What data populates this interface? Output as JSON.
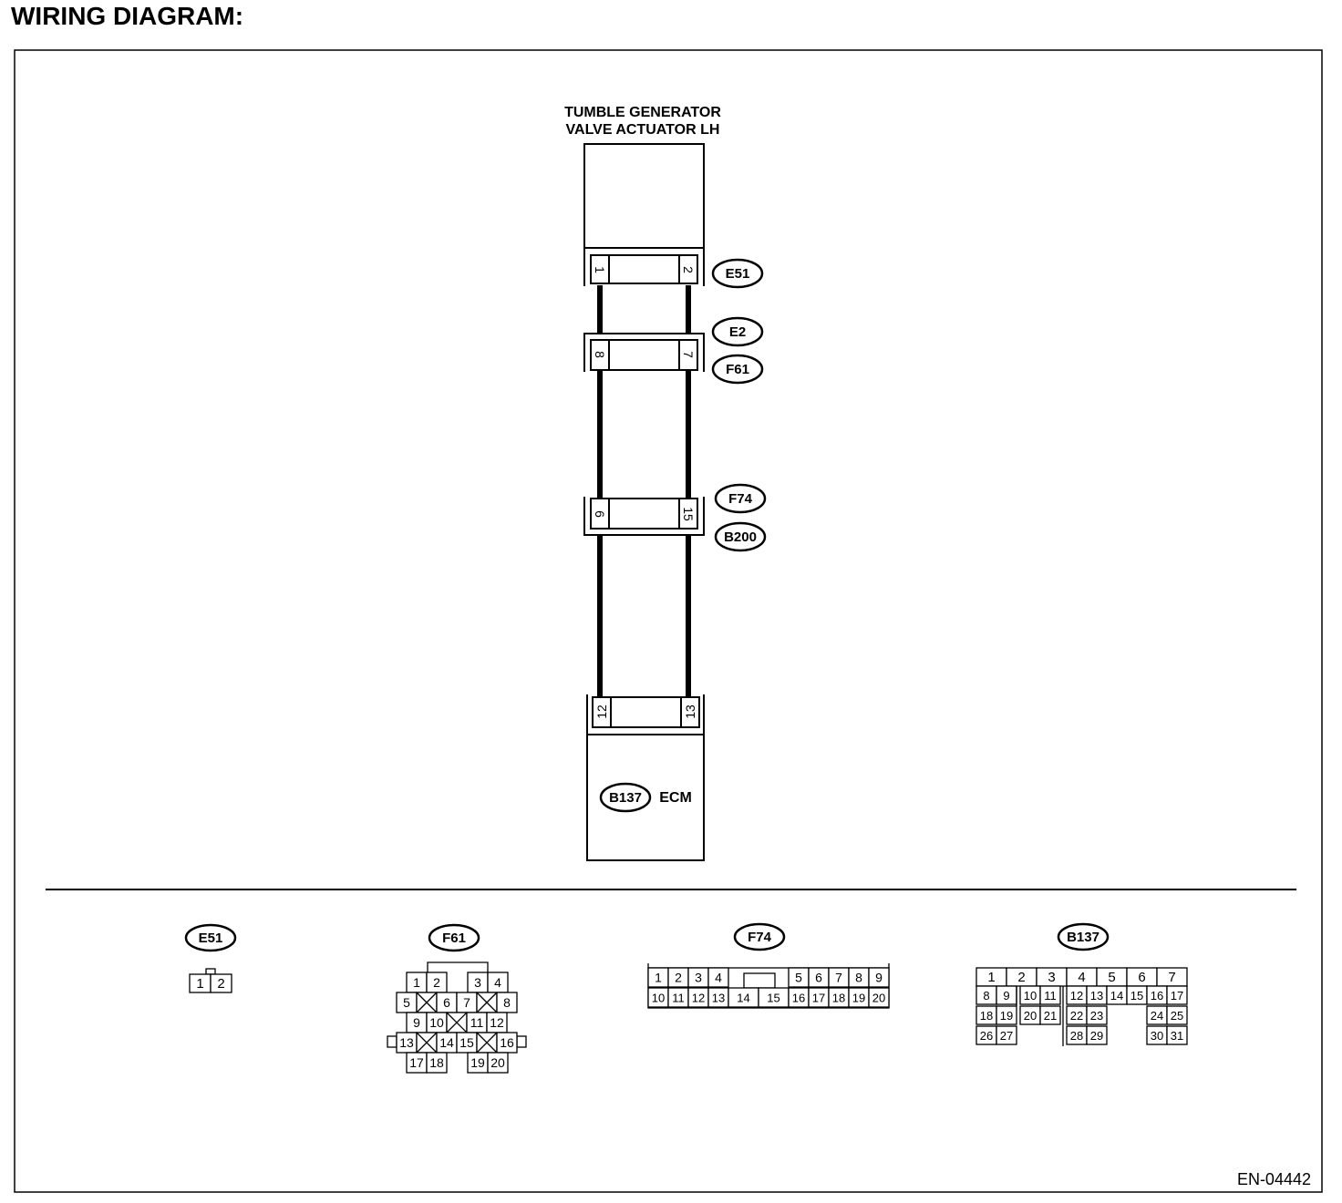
{
  "page_title": "WIRING DIAGRAM:",
  "figure_id": "EN-04442",
  "actuator_label": [
    "TUMBLE GENERATOR",
    "VALVE ACTUATOR LH"
  ],
  "ecm_label": "ECM",
  "connector_ids": {
    "e51": "E51",
    "e2": "E2",
    "f61": "F61",
    "f74": "F74",
    "b200": "B200",
    "b137": "B137"
  },
  "wire_pins": {
    "e51": [
      "1",
      "2"
    ],
    "f61": [
      "8",
      "7"
    ],
    "f74": [
      "6",
      "15"
    ],
    "b137": [
      "12",
      "13"
    ]
  },
  "connector_faces": {
    "e51": [
      "1",
      "2"
    ],
    "f61": [
      "1",
      "2",
      "3",
      "4",
      "5",
      "6",
      "7",
      "8",
      "9",
      "10",
      "11",
      "12",
      "13",
      "14",
      "15",
      "16",
      "17",
      "18",
      "19",
      "20"
    ],
    "f74": [
      "1",
      "2",
      "3",
      "4",
      "5",
      "6",
      "7",
      "8",
      "9",
      "10",
      "11",
      "12",
      "13",
      "14",
      "15",
      "16",
      "17",
      "18",
      "19",
      "20"
    ],
    "b137": [
      "1",
      "2",
      "3",
      "4",
      "5",
      "6",
      "7",
      "8",
      "9",
      "10",
      "11",
      "12",
      "13",
      "14",
      "15",
      "16",
      "17",
      "18",
      "19",
      "20",
      "21",
      "22",
      "23",
      "24",
      "25",
      "26",
      "27",
      "28",
      "29",
      "30",
      "31"
    ]
  }
}
